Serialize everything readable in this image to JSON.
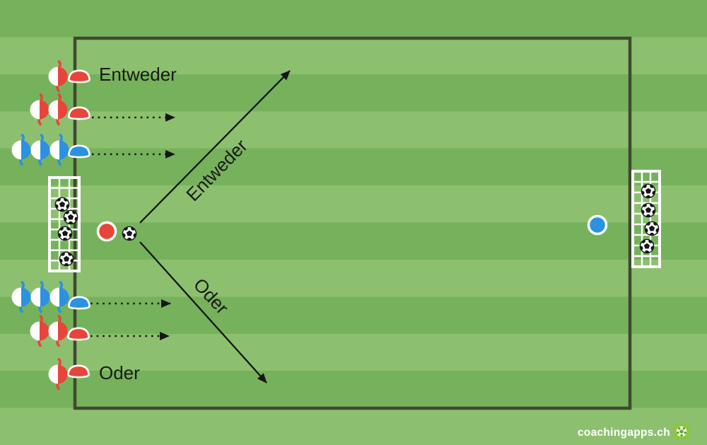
{
  "field": {
    "stripe_dark_color": "#76b25c",
    "stripe_light_color": "#8cc06f",
    "boundary_color": "#3e4930"
  },
  "team_colors": {
    "red": "#e8453a",
    "blue": "#2b92e2"
  },
  "labels": {
    "entweder_start": "Entweder",
    "entweder_run": "Entweder",
    "oder_run": "Oder",
    "oder_start": "Oder"
  },
  "player_groups": {
    "top": [
      {
        "count": 1,
        "color": "red",
        "marker": "red-cone",
        "annotation": "Entweder"
      },
      {
        "count": 2,
        "color": "red",
        "marker": "red-cone",
        "annotation": "dotted-run-arrow"
      },
      {
        "count": 3,
        "color": "blue",
        "marker": "blue-cone",
        "annotation": "dotted-run-arrow"
      }
    ],
    "bottom": [
      {
        "count": 3,
        "color": "blue",
        "marker": "blue-cone",
        "annotation": "dotted-run-arrow"
      },
      {
        "count": 2,
        "color": "red",
        "marker": "red-cone",
        "annotation": "dotted-run-arrow"
      },
      {
        "count": 1,
        "color": "red",
        "marker": "red-cone",
        "annotation": "Oder"
      }
    ]
  },
  "equipment": {
    "left_goal_balls": 4,
    "right_goal_balls": 4,
    "center_ball": 1,
    "red_disc": 1,
    "blue_disc": 1
  },
  "icons": {
    "player": "half-circle-player-with-wavy-body",
    "cone": "dome-disc-marker",
    "ball": "soccer-ball",
    "goal": "white-net-grid",
    "logo": "soccer-ball-badge"
  },
  "watermark": {
    "text": "coachingapps.ch",
    "logo_color": "#8dc63f"
  }
}
